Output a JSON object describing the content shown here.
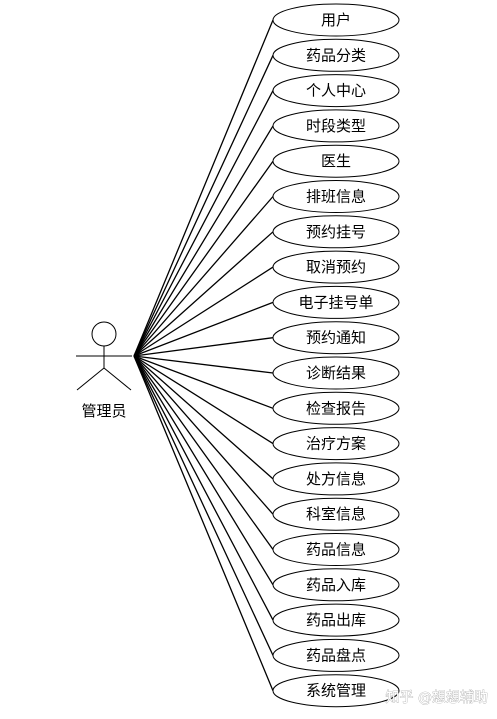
{
  "actor": {
    "label": "管理员"
  },
  "use_cases": [
    "用户",
    "药品分类",
    "个人中心",
    "时段类型",
    "医生",
    "排班信息",
    "预约挂号",
    "取消预约",
    "电子挂号单",
    "预约通知",
    "诊断结果",
    "检查报告",
    "治疗方案",
    "处方信息",
    "科室信息",
    "药品信息",
    "药品入库",
    "药品出库",
    "药品盘点",
    "系统管理"
  ],
  "watermark": "知乎 @想想辅助",
  "colors": {
    "stroke": "#000000",
    "background": "#ffffff"
  }
}
